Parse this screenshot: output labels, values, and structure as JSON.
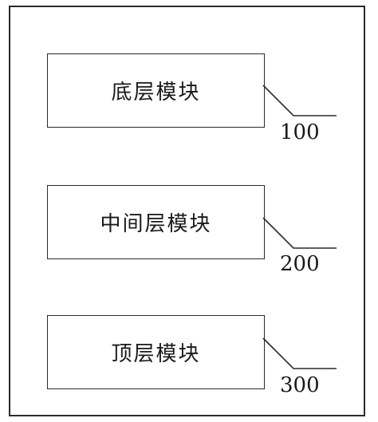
{
  "modules": [
    {
      "label": "底层模块",
      "ref": "100"
    },
    {
      "label": "中间层模块",
      "ref": "200"
    },
    {
      "label": "顶层模块",
      "ref": "300"
    }
  ]
}
